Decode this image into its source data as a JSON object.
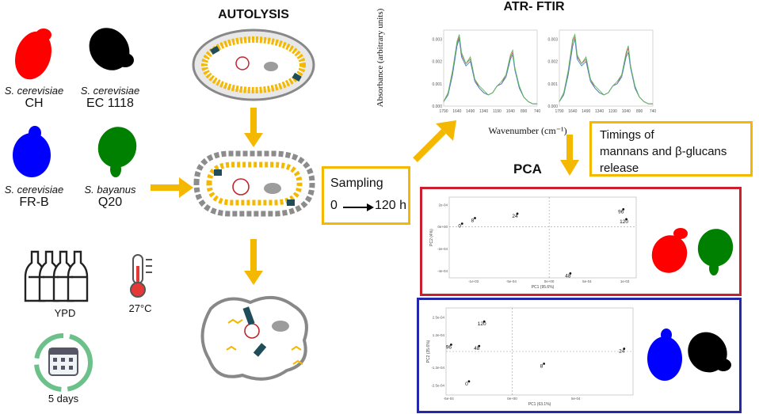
{
  "strains": [
    {
      "species": "S. cerevisiae",
      "name": "CH",
      "color": "#ff0000"
    },
    {
      "species": "S. cerevisiae",
      "name": "EC 1118",
      "color": "#000000"
    },
    {
      "species": "S. cerevisiae",
      "name": "FR-B",
      "color": "#0000ff"
    },
    {
      "species": "S. bayanus",
      "name": "Q20",
      "color": "#008000"
    }
  ],
  "conditions": {
    "medium": "YPD",
    "temperature": "27°C",
    "duration": "5 days"
  },
  "autolysis": {
    "title": "AUTOLYSIS"
  },
  "sampling": {
    "label": "Sampling",
    "start": "0",
    "end": "120 h"
  },
  "atr": {
    "title": "ATR- FTIR",
    "ylabel": "Absorbance (arbitrary units)",
    "xlabel": "Wavenumber (cm⁻¹)"
  },
  "timings": {
    "line1": "Timings of",
    "line2": "mannans and β-glucans",
    "line3": "release"
  },
  "pca": {
    "title": "PCA"
  },
  "colors": {
    "arrow": "#f5b800",
    "box": "#f5b800",
    "pca_red": "#cc1f2e",
    "pca_blue": "#2228a8"
  },
  "chart_data": [
    {
      "type": "line",
      "title": "",
      "xlabel": "Wavenumber (cm⁻¹)",
      "ylabel": "Absorbance (arbitrary units)",
      "x_ticks": [
        "1790",
        "1640",
        "1490",
        "1340",
        "1190",
        "1040",
        "890",
        "740"
      ],
      "y_ticks": [
        "0.003",
        "0.002",
        "0.001",
        "0.000"
      ],
      "x": [
        1790,
        1740,
        1690,
        1640,
        1615,
        1590,
        1540,
        1490,
        1440,
        1390,
        1340,
        1290,
        1240,
        1190,
        1140,
        1090,
        1040,
        1015,
        990,
        940,
        890,
        840,
        790,
        740
      ],
      "series": [
        {
          "values": [
            0.0002,
            0.0006,
            0.0015,
            0.0028,
            0.0031,
            0.0023,
            0.0019,
            0.0021,
            0.0012,
            0.0008,
            0.0006,
            0.0005,
            0.0006,
            0.0009,
            0.001,
            0.0014,
            0.0022,
            0.0024,
            0.0017,
            0.0008,
            0.0004,
            0.0002,
            0.0001,
            0.0001
          ]
        },
        {
          "values": [
            0.0002,
            0.0005,
            0.0014,
            0.0027,
            0.003,
            0.0022,
            0.0018,
            0.002,
            0.0011,
            0.0008,
            0.0006,
            0.0005,
            0.0006,
            0.0009,
            0.001,
            0.0013,
            0.0021,
            0.0023,
            0.0016,
            0.0008,
            0.0004,
            0.0002,
            0.0001,
            0.0001
          ]
        },
        {
          "values": [
            0.0002,
            0.0006,
            0.0016,
            0.0029,
            0.0032,
            0.0024,
            0.0019,
            0.0022,
            0.0012,
            0.0009,
            0.0007,
            0.0005,
            0.0006,
            0.0009,
            0.0011,
            0.0014,
            0.0023,
            0.0025,
            0.0017,
            0.0009,
            0.0004,
            0.0002,
            0.0001,
            0.0001
          ]
        }
      ]
    },
    {
      "type": "line",
      "title": "",
      "x_ticks": [
        "1790",
        "1640",
        "1490",
        "1340",
        "1190",
        "1040",
        "890",
        "740"
      ],
      "y_ticks": [
        "0.003",
        "0.002",
        "0.001",
        "0.000"
      ],
      "x": [
        1790,
        1740,
        1690,
        1640,
        1615,
        1590,
        1540,
        1490,
        1440,
        1390,
        1340,
        1290,
        1240,
        1190,
        1140,
        1090,
        1040,
        1015,
        990,
        940,
        890,
        840,
        790,
        740
      ],
      "series": [
        {
          "values": [
            0.0002,
            0.0006,
            0.0015,
            0.0029,
            0.0031,
            0.0022,
            0.0019,
            0.0021,
            0.0012,
            0.0008,
            0.0006,
            0.0005,
            0.0006,
            0.0009,
            0.001,
            0.0014,
            0.0023,
            0.0026,
            0.0018,
            0.0008,
            0.0004,
            0.0002,
            0.0001,
            0.0001
          ]
        },
        {
          "values": [
            0.0002,
            0.0005,
            0.0014,
            0.0027,
            0.003,
            0.0021,
            0.0018,
            0.002,
            0.0011,
            0.0008,
            0.0006,
            0.0005,
            0.0006,
            0.0009,
            0.001,
            0.0013,
            0.0022,
            0.0024,
            0.0017,
            0.0008,
            0.0004,
            0.0002,
            0.0001,
            0.0001
          ]
        },
        {
          "values": [
            0.0002,
            0.0006,
            0.0016,
            0.003,
            0.0032,
            0.0023,
            0.0019,
            0.0022,
            0.0012,
            0.0009,
            0.0007,
            0.0005,
            0.0006,
            0.0009,
            0.0011,
            0.0014,
            0.0024,
            0.0027,
            0.0018,
            0.0009,
            0.0004,
            0.0002,
            0.0001,
            0.0001
          ]
        }
      ]
    },
    {
      "type": "scatter",
      "title": "",
      "xlabel": "PC1 (95.6%)",
      "ylabel": "PC2 (4%)",
      "x_ticks": [
        {
          "v": -0.001,
          "label": "-1e-03"
        },
        {
          "v": -0.0005,
          "label": "-5e-04"
        },
        {
          "v": 0,
          "label": "0e+00"
        },
        {
          "v": 0.0005,
          "label": "5e-04"
        },
        {
          "v": 0.001,
          "label": "1e-03"
        }
      ],
      "y_ticks": [
        {
          "v": 0.0002,
          "label": "2e-04"
        },
        {
          "v": 0,
          "label": "0e+00"
        },
        {
          "v": -0.0002,
          "label": "-2e-04"
        },
        {
          "v": -0.0004,
          "label": "-4e-04"
        }
      ],
      "xlim": [
        -0.00132,
        0.00115
      ],
      "ylim": [
        -0.00046,
        0.00027
      ],
      "points": [
        {
          "label": "0",
          "x": -0.00115,
          "y": 3e-05
        },
        {
          "label": "8",
          "x": -0.00098,
          "y": 8e-05
        },
        {
          "label": "24",
          "x": -0.00042,
          "y": 0.00012
        },
        {
          "label": "48",
          "x": 0.00028,
          "y": -0.00042
        },
        {
          "label": "96",
          "x": 0.00098,
          "y": 0.00016
        },
        {
          "label": "120",
          "x": 0.00102,
          "y": 7e-05
        }
      ]
    },
    {
      "type": "scatter",
      "title": "",
      "xlabel": "PC1 (63.1%)",
      "ylabel": "PC2 (35.6%)",
      "x_ticks": [
        {
          "v": -0.0005,
          "label": "-5e-04"
        },
        {
          "v": 0,
          "label": "0e+00"
        },
        {
          "v": 0.0005,
          "label": "5e-04"
        }
      ],
      "y_ticks": [
        {
          "v": 0.00025,
          "label": "2.5e-04"
        },
        {
          "v": 0.00012,
          "label": "1.2e-04"
        },
        {
          "v": -0.00012,
          "label": "-1.2e-04"
        },
        {
          "v": -0.00025,
          "label": "-2.5e-04"
        }
      ],
      "xlim": [
        -0.00052,
        0.00095
      ],
      "ylim": [
        -0.00032,
        0.00032
      ],
      "points": [
        {
          "label": "0",
          "x": -0.00034,
          "y": -0.00022
        },
        {
          "label": "8",
          "x": 0.00025,
          "y": -9e-05
        },
        {
          "label": "24",
          "x": 0.00088,
          "y": 2e-05
        },
        {
          "label": "48",
          "x": -0.00026,
          "y": 4e-05
        },
        {
          "label": "96",
          "x": -0.00048,
          "y": 5e-05
        },
        {
          "label": "120",
          "x": -0.00022,
          "y": 0.00022
        }
      ]
    }
  ]
}
